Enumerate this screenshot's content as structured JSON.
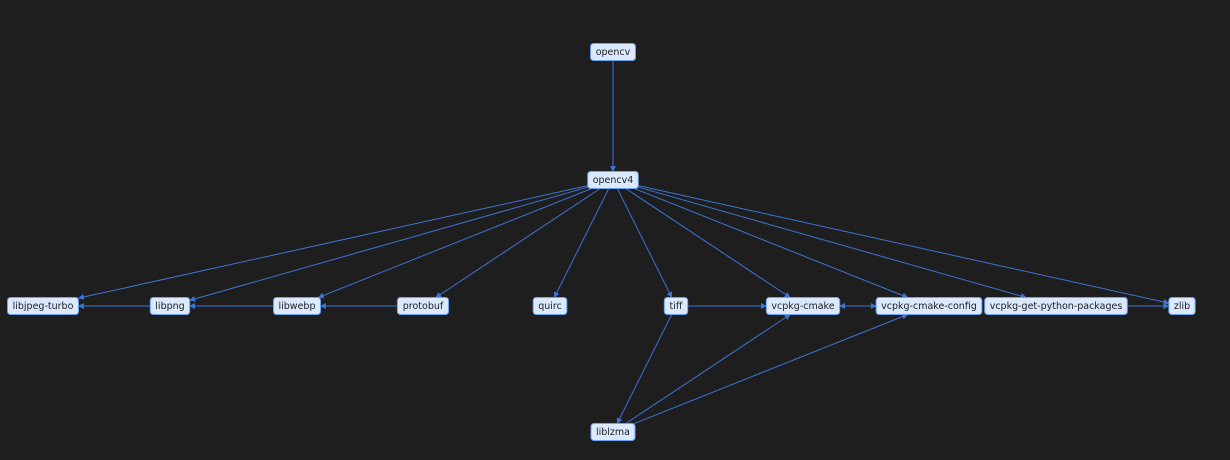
{
  "graph": {
    "nodes": [
      {
        "id": "opencv",
        "label": "opencv"
      },
      {
        "id": "opencv4",
        "label": "opencv4"
      },
      {
        "id": "libjpeg-turbo",
        "label": "libjpeg-turbo"
      },
      {
        "id": "libpng",
        "label": "libpng"
      },
      {
        "id": "libwebp",
        "label": "libwebp"
      },
      {
        "id": "protobuf",
        "label": "protobuf"
      },
      {
        "id": "quirc",
        "label": "quirc"
      },
      {
        "id": "tiff",
        "label": "tiff"
      },
      {
        "id": "vcpkg-cmake",
        "label": "vcpkg-cmake"
      },
      {
        "id": "vcpkg-cmake-config",
        "label": "vcpkg-cmake-config"
      },
      {
        "id": "vcpkg-get-python-packages",
        "label": "vcpkg-get-python-packages"
      },
      {
        "id": "zlib",
        "label": "zlib"
      },
      {
        "id": "liblzma",
        "label": "liblzma"
      }
    ],
    "edges": [
      {
        "from": "opencv",
        "to": "opencv4"
      },
      {
        "from": "opencv4",
        "to": "libjpeg-turbo"
      },
      {
        "from": "opencv4",
        "to": "libpng"
      },
      {
        "from": "opencv4",
        "to": "libwebp"
      },
      {
        "from": "opencv4",
        "to": "protobuf"
      },
      {
        "from": "opencv4",
        "to": "quirc"
      },
      {
        "from": "opencv4",
        "to": "tiff"
      },
      {
        "from": "opencv4",
        "to": "vcpkg-cmake"
      },
      {
        "from": "opencv4",
        "to": "vcpkg-cmake-config"
      },
      {
        "from": "opencv4",
        "to": "vcpkg-get-python-packages"
      },
      {
        "from": "opencv4",
        "to": "zlib"
      },
      {
        "from": "libpng",
        "to": "libjpeg-turbo"
      },
      {
        "from": "libwebp",
        "to": "libpng"
      },
      {
        "from": "protobuf",
        "to": "libwebp"
      },
      {
        "from": "tiff",
        "to": "vcpkg-cmake"
      },
      {
        "from": "vcpkg-cmake-config",
        "to": "vcpkg-cmake"
      },
      {
        "from": "vcpkg-cmake",
        "to": "vcpkg-cmake-config"
      },
      {
        "from": "vcpkg-get-python-packages",
        "to": "zlib"
      },
      {
        "from": "tiff",
        "to": "liblzma"
      },
      {
        "from": "liblzma",
        "to": "vcpkg-cmake"
      },
      {
        "from": "liblzma",
        "to": "vcpkg-cmake-config"
      }
    ]
  },
  "colors": {
    "background": "#1e1e1e",
    "node_fill": "#dbe9ff",
    "node_border": "#6fa3f0",
    "edge": "#3d74d4",
    "label": "#1e1e1e"
  }
}
